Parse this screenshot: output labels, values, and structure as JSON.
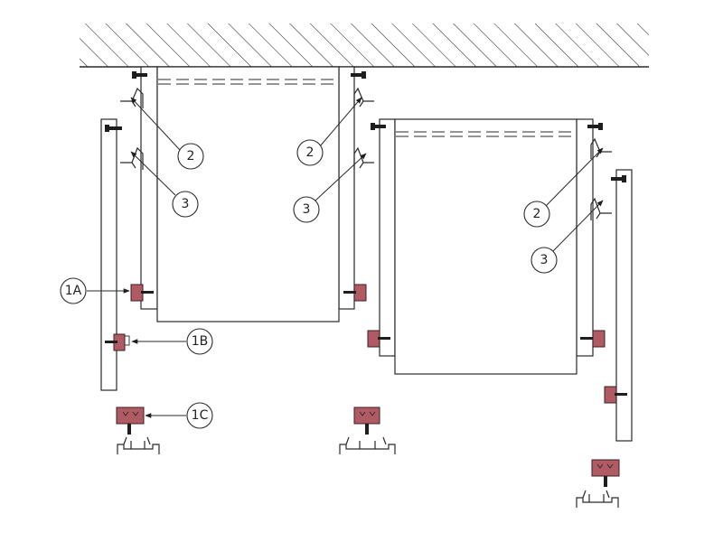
{
  "callouts": {
    "c2": "2",
    "c3": "3",
    "c1a": "1A",
    "c1b": "1B",
    "c1c": "1C"
  },
  "colors": {
    "clip": "#b05a63",
    "line": "#2a2a2a"
  }
}
